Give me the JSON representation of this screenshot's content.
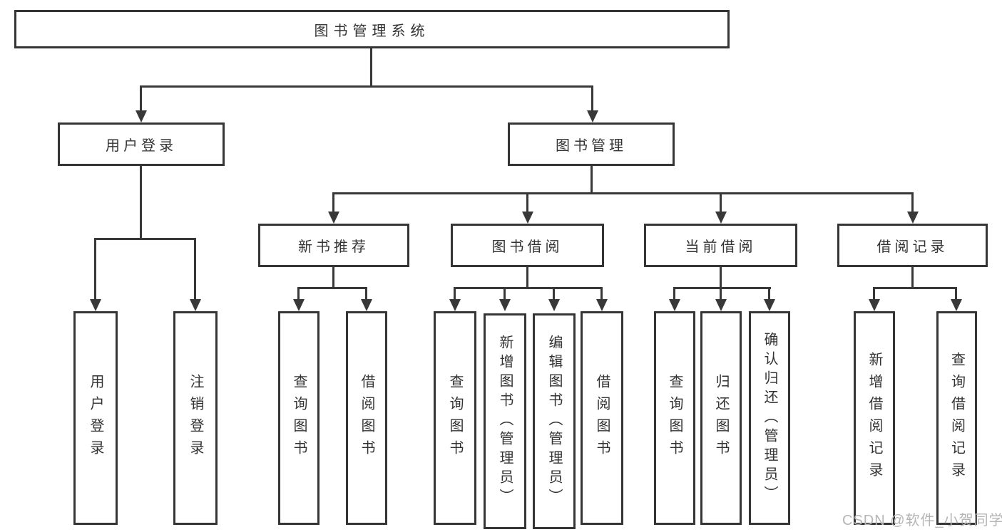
{
  "diagram": {
    "type": "tree",
    "title": "图书管理系统",
    "root": {
      "label": "图书管理系统"
    },
    "level2": [
      {
        "label": "用户登录"
      },
      {
        "label": "图书管理"
      }
    ],
    "level3": [
      {
        "label": "新书推荐"
      },
      {
        "label": "图书借阅"
      },
      {
        "label": "当前借阅"
      },
      {
        "label": "借阅记录"
      }
    ],
    "leaves": {
      "user_login": [
        "用户登录",
        "注销登录"
      ],
      "new_book_recommend": [
        "查询图书",
        "借阅图书"
      ],
      "book_borrow": [
        "查询图书",
        "新增图书（管理员）",
        "编辑图书（管理员）",
        "借阅图书"
      ],
      "current_borrow": [
        "查询图书",
        "归还图书",
        "确认归还（管理员）"
      ],
      "borrow_records": [
        "新增借阅记录",
        "查询借阅记录"
      ]
    }
  },
  "watermark": {
    "text": "CSDN @软件_小贺同学"
  },
  "colors": {
    "line": "#383838",
    "border": "#353535",
    "text": "#333333",
    "watermark": "#b5b5b5",
    "background": "#ffffff"
  }
}
